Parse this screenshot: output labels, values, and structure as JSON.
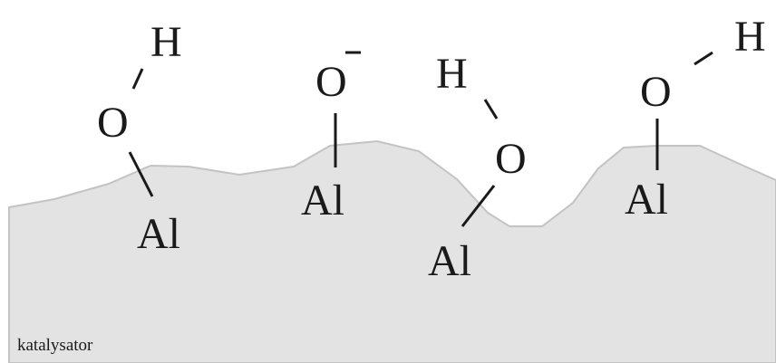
{
  "surface_label": "katalysator",
  "sites": [
    {
      "metal": "Al",
      "oxygen": "O",
      "hydrogen": "H"
    },
    {
      "metal": "Al",
      "oxygen": "O",
      "charge": "−"
    },
    {
      "metal": "Al",
      "oxygen": "O",
      "hydrogen": "H"
    },
    {
      "metal": "Al",
      "oxygen": "O",
      "hydrogen": "H"
    }
  ],
  "colors": {
    "surface_fill": "#e3e3e3",
    "surface_edge": "#c3c3c3",
    "ink": "#1a1a1a"
  }
}
